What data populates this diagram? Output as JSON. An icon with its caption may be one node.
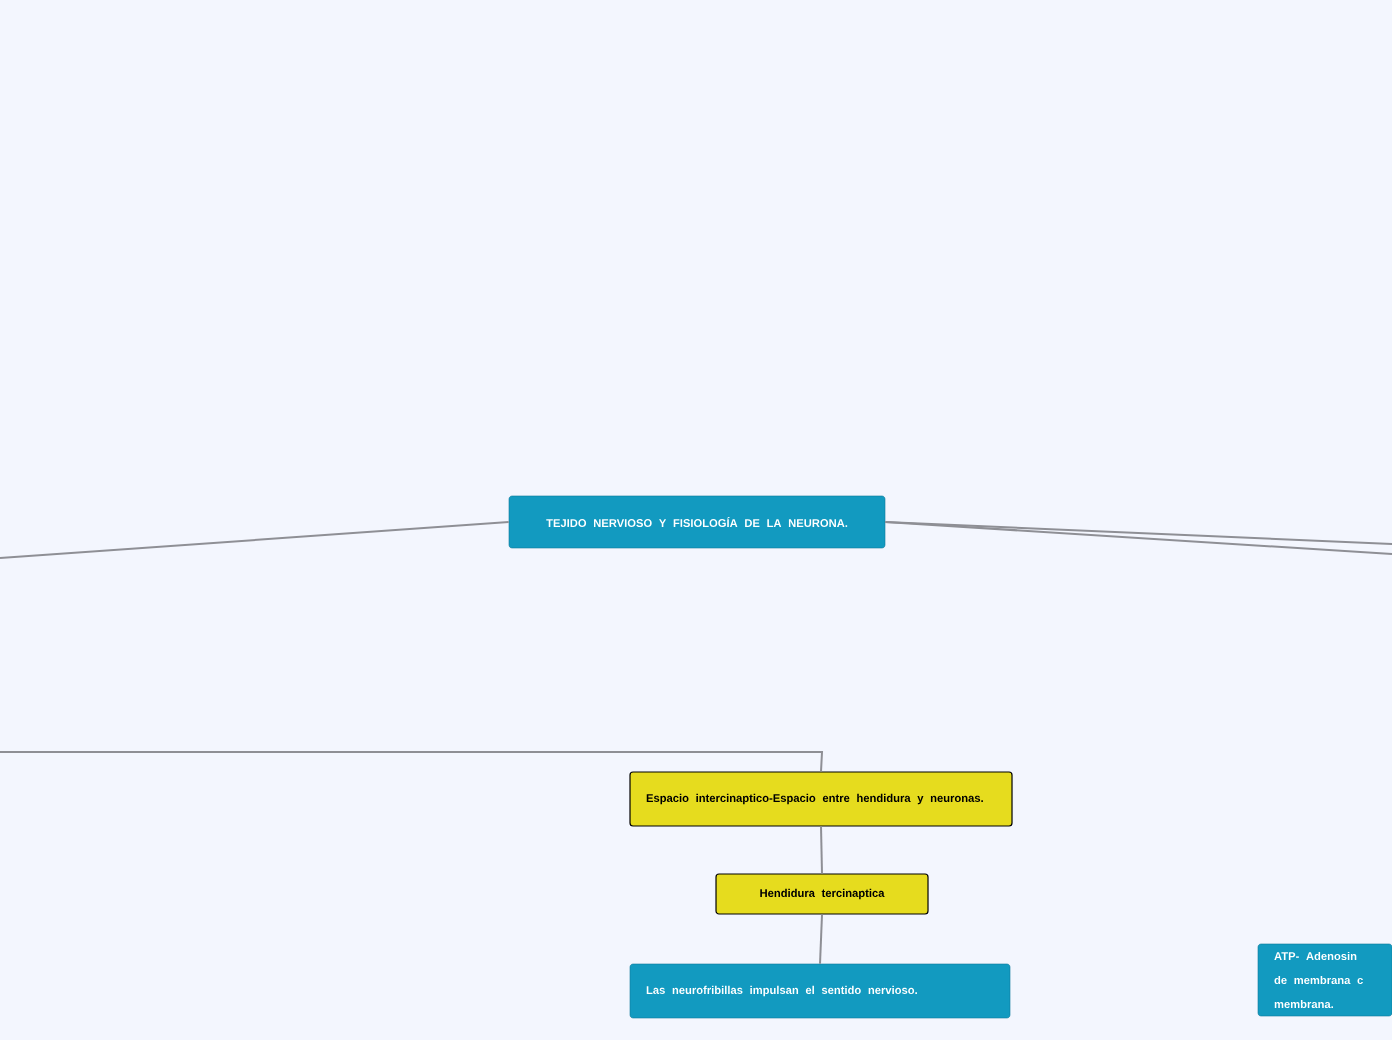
{
  "diagram": {
    "nodes": [
      {
        "text": [
          "TEJIDO NERVIOSO Y FISIOLOGÍA DE LA NEURONA."
        ]
      },
      {
        "text": [
          "Espacio intercinaptico-Espacio entre hendidura y neuronas."
        ]
      },
      {
        "text": [
          "Hendidura tercinaptica"
        ]
      },
      {
        "text": [
          "Las neurofribillas impulsan el sentido nervioso."
        ]
      },
      {
        "text": [
          "ATP- Adenosin de membrana c membrana."
        ]
      }
    ],
    "edges": [
      {
        "from": 0,
        "to": null,
        "arrow": "none"
      },
      {
        "from": 0,
        "to": null,
        "arrow": "none"
      },
      {
        "from": 0,
        "to": null,
        "arrow": "none"
      },
      {
        "from": null,
        "to": 1,
        "arrow": "none"
      },
      {
        "from": 1,
        "to": 2,
        "arrow": "none"
      },
      {
        "from": 2,
        "to": 3,
        "arrow": "none"
      }
    ]
  }
}
